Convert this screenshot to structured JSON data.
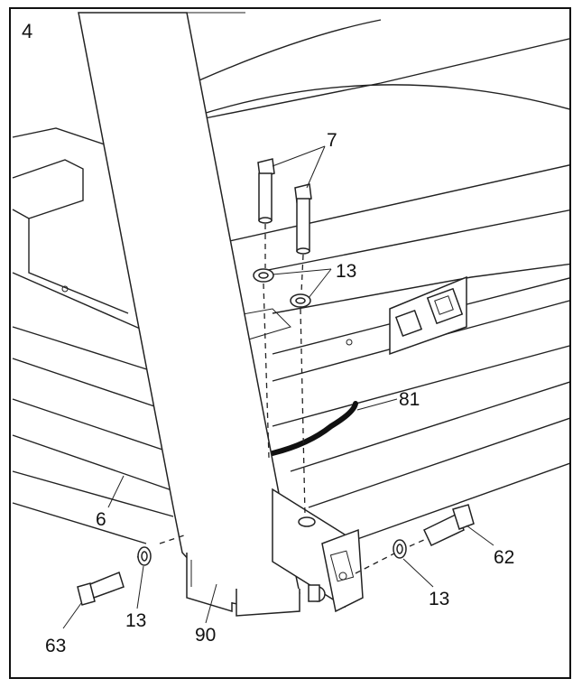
{
  "diagram": {
    "step_number": "4",
    "labels": {
      "part_7": "7",
      "part_13_top": "13",
      "part_81": "81",
      "part_6": "6",
      "part_62": "62",
      "part_13_right": "13",
      "part_13_left": "13",
      "part_63": "63",
      "part_90": "90"
    }
  }
}
